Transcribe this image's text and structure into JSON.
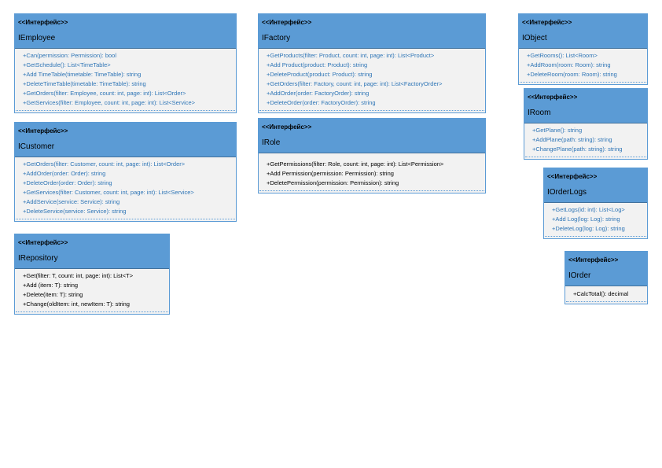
{
  "stereotype": "<<Интерфейс>>",
  "interfaces": {
    "iemployee": {
      "name": "IEmployee",
      "ops": [
        "+Can(permission: Permission): bool",
        "+GetSchedule(): List<TimeTable>",
        "+Add TimeTable(timetable: TimeTable): string",
        "+DeleteTimeTable(timetable: TimeTable): string",
        "+GetOrders(filter: Employee, count: int, page: int): List<Order>",
        "+GetServices(filter: Employee, count: int, page: int): List<Service>"
      ]
    },
    "icustomer": {
      "name": "ICustomer",
      "ops": [
        "+GetOrders(filter: Customer, count: int, page: int): List<Order>",
        "+AddOrder(order: Order): string",
        "+DeleteOrder(order: Order): string",
        "+GetServices(filter: Customer, count: int, page: int): List<Service>",
        "+AddService(service: Service): string",
        "+DeleteService(service: Service): string"
      ]
    },
    "irepository": {
      "name": "IRepository",
      "ops": [
        "+Get(filter: T, count: int, page: int): List<T>",
        "+Add (item: T): string",
        "+Delete(item: T): string",
        "+Change(oldItem: int, newItem: T): string"
      ]
    },
    "ifactory": {
      "name": "IFactory",
      "ops": [
        "+GetProducts(filter: Product, count: int, page: int): List<Product>",
        "+Add Product(product: Product): string",
        "+DeleteProduct(product: Product): string",
        "+GetOrders(filter: Factory, count: int, page: int): List<FactoryOrder>",
        "+AddOrder(order: FactoryOrder): string",
        "+DeleteOrder(order: FactoryOrder): string"
      ]
    },
    "irole": {
      "name": "IRole",
      "ops": [
        "+GetPermissions(filter: Role, count: int, page: int): List<Permission>",
        "+Add Permission(permission: Permission): string",
        "+DeletePermission(permission: Permission): string"
      ]
    },
    "iobject": {
      "name": "IObject",
      "ops": [
        "+GetRooms(): List<Room>",
        "+AddRoom(room: Room): string",
        "+DeleteRoom(room: Room): string"
      ]
    },
    "iroom": {
      "name": "IRoom",
      "ops": [
        "+GetPlane(): string",
        "+AddPlane(path: string): string",
        "+ChangePlane(path: string): string"
      ]
    },
    "iorderlogs": {
      "name": "IOrderLogs",
      "ops": [
        "+GetLogs(id: int): List<Log>",
        "+Add Log(log: Log): string",
        "+DeleteLog(log: Log): string"
      ]
    },
    "iorder": {
      "name": "IOrder",
      "ops": [
        "+CalcTotal(): decimal"
      ]
    }
  },
  "colors": {
    "header": "#5b9bd5",
    "body": "#f2f2f2",
    "operation_blue": "#2e75b6",
    "operation_black": "#000000"
  }
}
